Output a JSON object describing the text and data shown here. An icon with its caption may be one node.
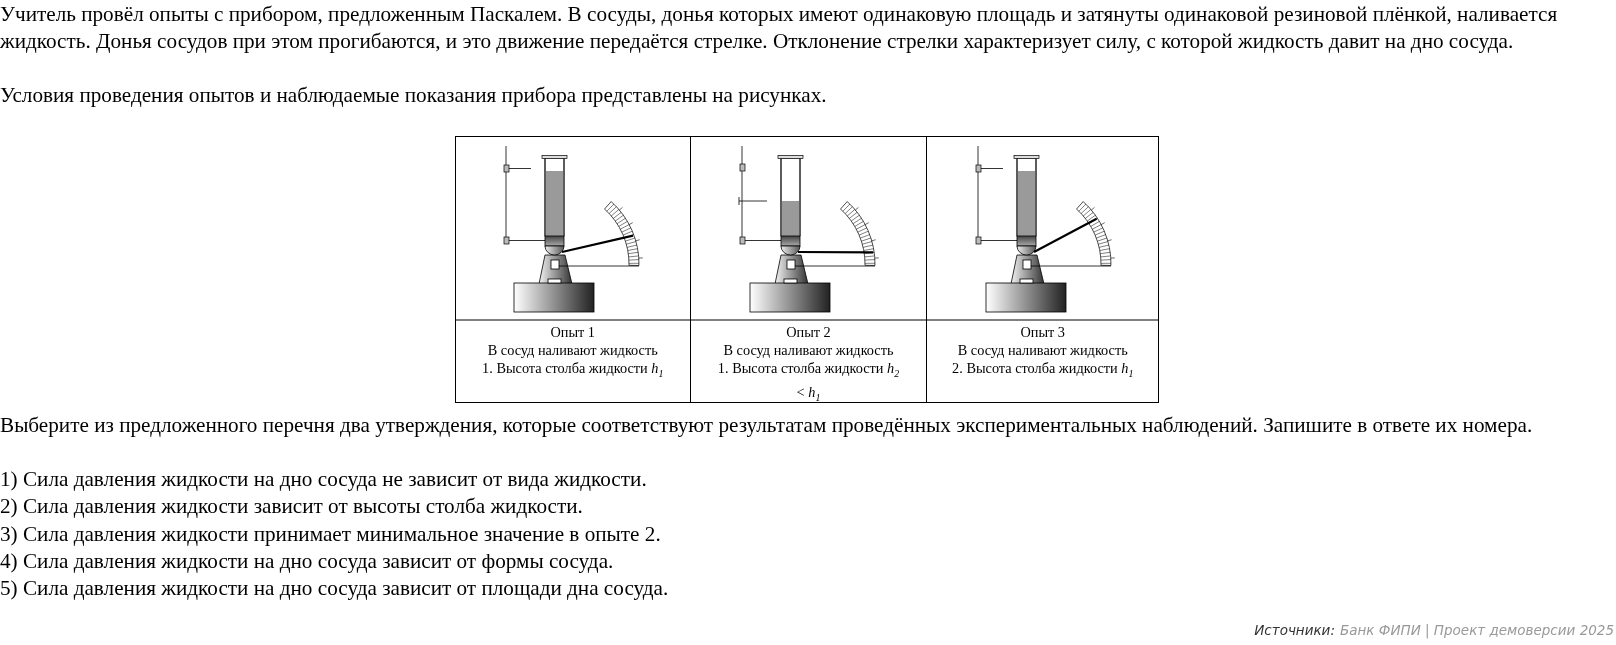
{
  "diagram": {
    "labels": [
      "Учитель провёл опыты с прибором, предложенным Паскалем. В сосуды, донья которых имеют одинаковую площадь и затянуты одинаковой резиновой плёнкой, наливается жидкость. Донья сосудов при этом прогибаются, и это движение передаётся стрелке. Отклонение стрелки характеризует силу, с которой жидкость давит на дно сосуда.",
      "Условия проведения опытов и наблюдаемые показания прибора представлены на рисунках.",
      "Опыт 1",
      "В сосуд наливают жидкость 1. Высота столба жидкости *h*$_{1}$",
      "Опыт 2",
      "В сосуд наливают жидкость 1. Высота столба жидкости *h*$_{2}$ < *h*$_{1}$",
      "Опыт 3",
      "В сосуд наливают жидкость 2. Высота столба жидкости *h*$_{1}$",
      "Выберите из предложенного перечня два утверждения, которые соответствуют результатам проведённых экспериментальных наблюдений. Запишите в ответе их номера.",
      "1) Сила давления жидкости на дно сосуда не зависит от вида жидкости.",
      "2) Сила давления жидкости зависит от высоты столба жидкости.",
      "3) Сила давления жидкости принимает минимальное значение в опыте 2.",
      "4) Сила давления жидкости на дно сосуда зависит от формы сосуда.",
      "5) Сила давления жидкости на дно сосуда зависит от площади дна сосуда.",
      "Источники:",
      "Банк ФИПИ | Проект демоверсии 2025"
    ]
  }
}
